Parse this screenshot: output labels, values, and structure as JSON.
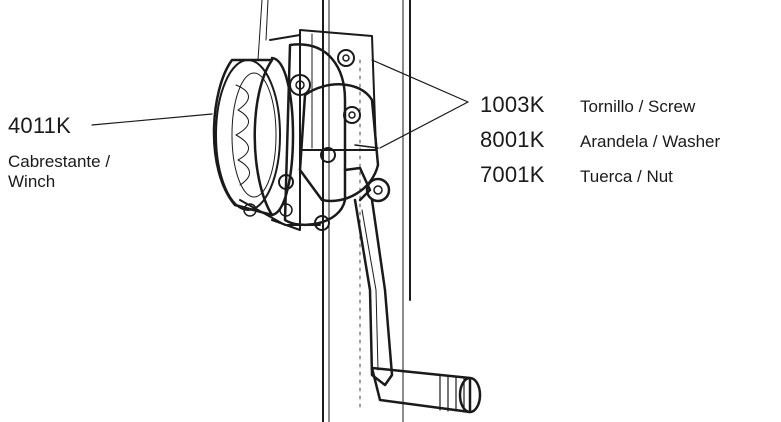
{
  "callouts": {
    "winch": {
      "code": "4011K",
      "desc_line1": "Cabrestante /",
      "desc_line2": "Winch"
    },
    "screw": {
      "code": "1003K",
      "desc": "Tornillo / Screw"
    },
    "washer": {
      "code": "8001K",
      "desc": "Arandela / Washer"
    },
    "nut": {
      "code": "7001K",
      "desc": "Tuerca / Nut"
    }
  },
  "colors": {
    "ink": "#1a1a1a",
    "background": "#ffffff"
  }
}
